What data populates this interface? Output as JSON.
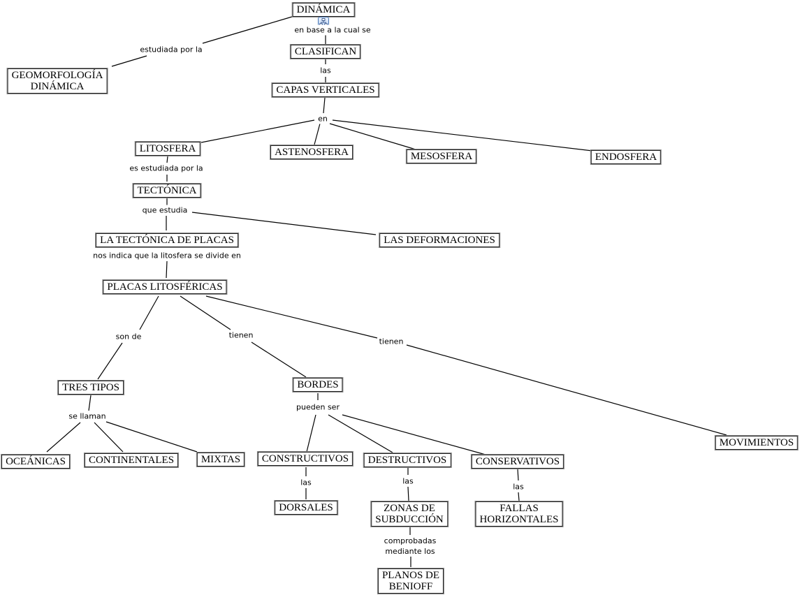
{
  "concepts": {
    "dinamica": "DINÁMICA",
    "geomorfologia": "GEOMORFOLOGÍA\nDINÁMICA",
    "clasifican": "CLASIFICAN",
    "capas": "CAPAS VERTICALES",
    "litosfera": "LITOSFERA",
    "astenosfera": "ASTENOSFERA",
    "mesosfera": "MESOSFERA",
    "endosfera": "ENDOSFERA",
    "tectonica": "TECTÓNICA",
    "tectonica_placas": "LA TECTÓNICA DE PLACAS",
    "deformaciones": "LAS DEFORMACIONES",
    "placas": "PLACAS LITOSFÉRICAS",
    "tres_tipos": "TRES TIPOS",
    "bordes": "BORDES",
    "movimientos": "MOVIMIENTOS",
    "oceanicas": "OCEÁNICAS",
    "continentales": "CONTINENTALES",
    "mixtas": "MIXTAS",
    "constructivos": "CONSTRUCTIVOS",
    "destructivos": "DESTRUCTIVOS",
    "conservativos": "CONSERVATIVOS",
    "dorsales": "DORSALES",
    "zonas": "ZONAS DE\nSUBDUCCIÓN",
    "fallas": "FALLAS\nHORIZONTALES",
    "benioff": "PLANOS DE\nBENIOFF"
  },
  "links": {
    "estudiada_por_la": "estudiada por la",
    "en_base": "en base a la cual se",
    "las_1": "las",
    "en": "en",
    "es_estudiada": "es estudiada por la",
    "que_estudia": "que estudia",
    "nos_indica": "nos indica que la litosfera se divide en",
    "son_de": "son de",
    "tienen_1": "tienen",
    "tienen_2": "tienen",
    "se_llaman": "se llaman",
    "pueden_ser": "pueden ser",
    "las_2": "las",
    "las_3": "las",
    "las_4": "las",
    "comprobadas": "comprobadas\nmediante los"
  },
  "icons": {
    "submap": "concept-map-icon"
  }
}
